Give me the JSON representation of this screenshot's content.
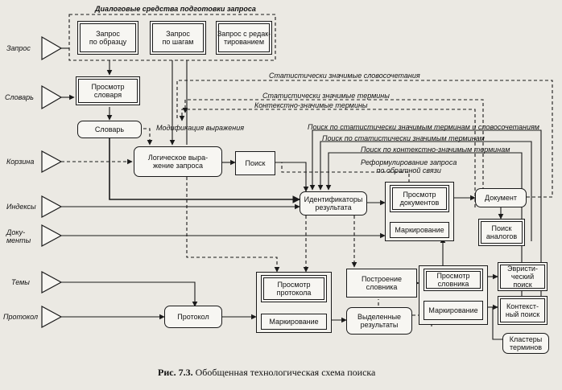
{
  "group_title": "Диалоговые средства подготовки запроса",
  "inputs": [
    "Запрос",
    "Словарь",
    "Корзина",
    "Индексы",
    "Доку-\nменты",
    "Темы",
    "Протокол"
  ],
  "boxes": {
    "query_by_sample": "Запрос\nпо образцу",
    "query_by_steps": "Запрос\nпо шагам",
    "query_with_editing": "Запрос с редак-\nтированием",
    "view_dictionary": "Просмотр\nсловаря",
    "dictionary": "Словарь",
    "logical_expression": "Логическое выра-\nжение запроса",
    "search": "Поиск",
    "result_ids": "Идентификаторы\nрезультата",
    "view_documents": "Просмотр\nдокументов",
    "marking_docs": "Маркирование",
    "document": "Документ",
    "search_analogs": "Поиск\nаналогов",
    "view_protocol": "Просмотр\nпротокола",
    "marking_protocol": "Маркирование",
    "protocol": "Протокол",
    "build_glossary": "Построение\nсловника",
    "selected_results": "Выделенные\nрезультаты",
    "view_glossary": "Просмотр\nсловника",
    "marking_glossary": "Маркирование",
    "heuristic_search": "Эвристи-\nческий\nпоиск",
    "context_search": "Контекст-\nный поиск",
    "term_clusters": "Кластеры\nтерминов"
  },
  "annotations": {
    "stat_phrases": "Статистически значимые словосочетания",
    "stat_terms": "Статистически значимые термины",
    "context_terms": "Контекстно-значимые термины",
    "modify_expression": "Модификация выражения",
    "search_stat_terms_phrases": "Поиск по статистически значимым терминам и словосочетаниям",
    "search_stat_terms": "Поиск по статистически значимым терминам",
    "search_context_terms": "Поиск по контекстно-значимым терминам",
    "reformulate": "Реформулирование запроса\nпо обратной связи"
  },
  "caption_label": "Рис. 7.3.",
  "caption_text": "Обобщенная технологическая схема поиска"
}
